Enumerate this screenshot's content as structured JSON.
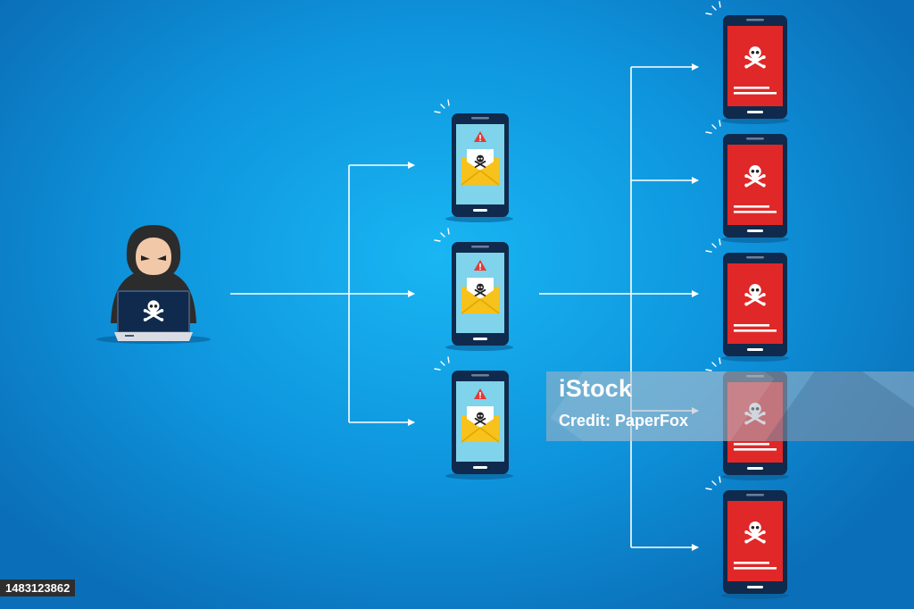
{
  "watermark": {
    "logo_text": "iStock",
    "credit_text": "Credit: PaperFox"
  },
  "image_id": "1483123862",
  "colors": {
    "background": "#0e94dc",
    "arrow": "#ffffff",
    "phone_body": "#0f2a4d",
    "infected_screen": "#e02828",
    "mail_screen": "#7fd3ea",
    "envelope": "#f6c21b",
    "warning": "#e53935"
  },
  "icons": {
    "hacker": "hooded-hacker-icon",
    "laptop": "laptop-skull-icon",
    "email_phone": "phone-malicious-email-icon",
    "infected_phone": "phone-infected-skull-icon"
  }
}
